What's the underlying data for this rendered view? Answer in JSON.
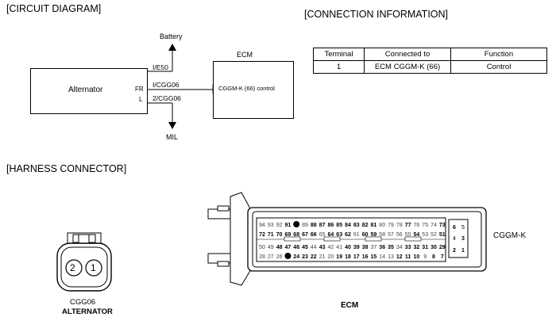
{
  "headers": {
    "circuit": "[CIRCUIT DIAGRAM]",
    "connection": "[CONNECTION INFORMATION]",
    "harness": "[HARNESS CONNECTOR]"
  },
  "circuit": {
    "alternator": "Alternator",
    "ecm": "ECM",
    "ecm_pin_label": "CGGM-K (66) control",
    "pin_fr": "FR",
    "pin_l": "L",
    "battery": "Battery",
    "mil": "MIL",
    "wire_battery": "I/E50",
    "wire_fr": "I/CGG06",
    "wire_l": "2/CGG06"
  },
  "connection_table": {
    "headers": [
      "Terminal",
      "Connected to",
      "Function"
    ],
    "rows": [
      [
        "1",
        "ECM CGGM-K (66)",
        "Control"
      ]
    ]
  },
  "harness": {
    "alt_connector_code": "CGG06",
    "alt_connector_name": "ALTERNATOR",
    "alt_pins": [
      "2",
      "1"
    ],
    "ecm_name": "ECM",
    "ecm_connector_code": "CGGM-K",
    "ecm_row1": [
      "94",
      "93",
      "92",
      "91",
      "●",
      "89",
      "88",
      "87",
      "86",
      "85",
      "84",
      "83",
      "82",
      "81",
      "80",
      "79",
      "78",
      "77",
      "76",
      "75",
      "74",
      "73"
    ],
    "ecm_row2": [
      "72",
      "71",
      "70",
      "69",
      "68",
      "67",
      "66",
      "65",
      "64",
      "63",
      "62",
      "61",
      "60",
      "59",
      "58",
      "57",
      "56",
      "55",
      "54",
      "53",
      "52",
      "51"
    ],
    "ecm_row3": [
      "50",
      "49",
      "48",
      "47",
      "46",
      "45",
      "44",
      "43",
      "42",
      "41",
      "40",
      "39",
      "38",
      "37",
      "36",
      "35",
      "34",
      "33",
      "32",
      "31",
      "30",
      "29"
    ],
    "ecm_row4": [
      "28",
      "27",
      "26",
      "●",
      "24",
      "23",
      "22",
      "21",
      "20",
      "19",
      "18",
      "17",
      "16",
      "15",
      "14",
      "13",
      "12",
      "11",
      "10",
      "9",
      "8",
      "7"
    ],
    "ecm_side": [
      [
        "6",
        "5"
      ],
      [
        "4",
        "3"
      ],
      [
        "2",
        "1"
      ]
    ]
  }
}
